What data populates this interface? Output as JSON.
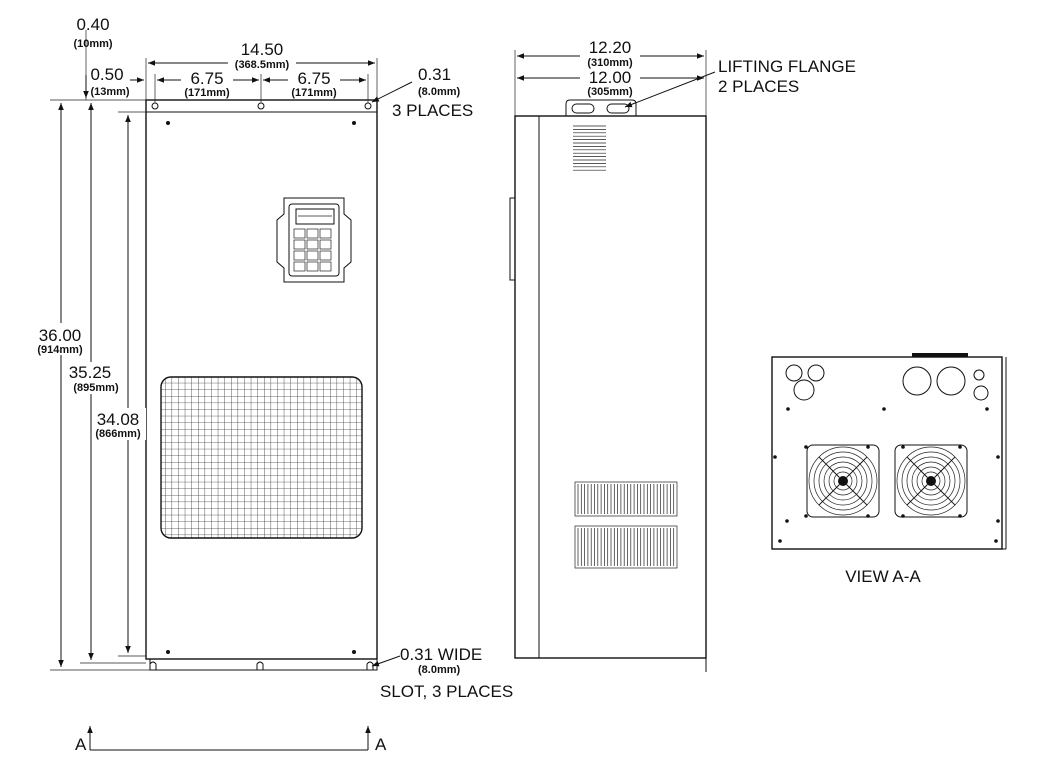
{
  "front": {
    "overall_width": "14.50",
    "overall_width_mm": "(368.5mm)",
    "hole_spacing_left": "6.75",
    "hole_spacing_left_mm": "(171mm)",
    "hole_spacing_right": "6.75",
    "hole_spacing_right_mm": "(171mm)",
    "top_offset": "0.40",
    "top_offset_mm": "(10mm)",
    "side_offset": "0.50",
    "side_offset_mm": "(13mm)",
    "hole_size": "0.31",
    "hole_size_mm": "(8.0mm)",
    "hole_places": "3 PLACES",
    "overall_height": "36.00",
    "overall_height_mm": "(914mm)",
    "height_2": "35.25",
    "height_2_mm": "(895mm)",
    "height_3": "34.08",
    "height_3_mm": "(866mm)",
    "slot_width": "0.31 WIDE",
    "slot_width_mm": "(8.0mm)",
    "slot_places": "SLOT, 3 PLACES"
  },
  "side": {
    "overall_depth": "12.20",
    "overall_depth_mm": "(310mm)",
    "flange_depth": "12.00",
    "flange_depth_mm": "(305mm)",
    "flange_label": "LIFTING FLANGE",
    "flange_places": "2 PLACES"
  },
  "view": {
    "title": "VIEW  A-A",
    "section_left": "A",
    "section_right": "A"
  }
}
